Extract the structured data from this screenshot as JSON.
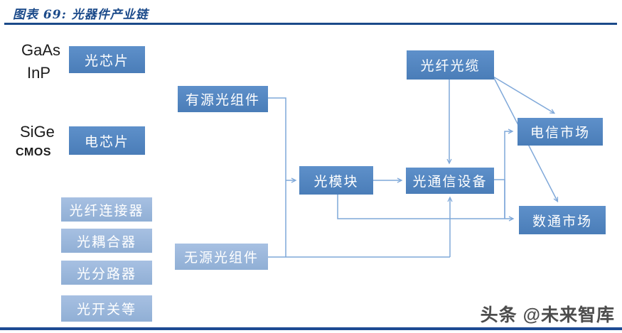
{
  "header": {
    "title": "图表 69: 光器件产业链"
  },
  "watermark": {
    "text": "头条 @未来智库"
  },
  "colors": {
    "accent_navy": "#1b4a8a",
    "primary_box": "#4f81bd",
    "secondary_box": "#95b3d7",
    "connector": "#7fa8d9",
    "bottom_bar": "#1d4a93"
  },
  "diagram": {
    "materials": [
      {
        "label": "GaAs"
      },
      {
        "label": "InP"
      },
      {
        "label": "SiGe"
      },
      {
        "label": "CMOS"
      }
    ],
    "nodes": {
      "optical_chip": {
        "label": "光芯片"
      },
      "electric_chip": {
        "label": "电芯片"
      },
      "fiber_connector": {
        "label": "光纤连接器"
      },
      "coupler": {
        "label": "光耦合器"
      },
      "splitter": {
        "label": "光分路器"
      },
      "optical_switch": {
        "label": "光开关等"
      },
      "active_components": {
        "label": "有源光组件"
      },
      "passive_components": {
        "label": "无源光组件"
      },
      "optical_module": {
        "label": "光模块"
      },
      "comm_equipment": {
        "label": "光通信设备"
      },
      "fiber_cable": {
        "label": "光纤光缆"
      },
      "telecom_market": {
        "label": "电信市场"
      },
      "datacom_market": {
        "label": "数通市场"
      }
    },
    "edges": [
      {
        "from": "有源光组件",
        "to": "光模块"
      },
      {
        "from": "无源光组件",
        "to": "光模块"
      },
      {
        "from": "无源光组件",
        "to": "光通信设备"
      },
      {
        "from": "光模块",
        "to": "光通信设备"
      },
      {
        "from": "光模块",
        "to": "数通市场"
      },
      {
        "from": "光纤光缆",
        "to": "光通信设备"
      },
      {
        "from": "光纤光缆",
        "to": "电信市场"
      },
      {
        "from": "光纤光缆",
        "to": "数通市场"
      },
      {
        "from": "光通信设备",
        "to": "电信市场"
      },
      {
        "from": "光通信设备",
        "to": "数通市场"
      }
    ]
  }
}
